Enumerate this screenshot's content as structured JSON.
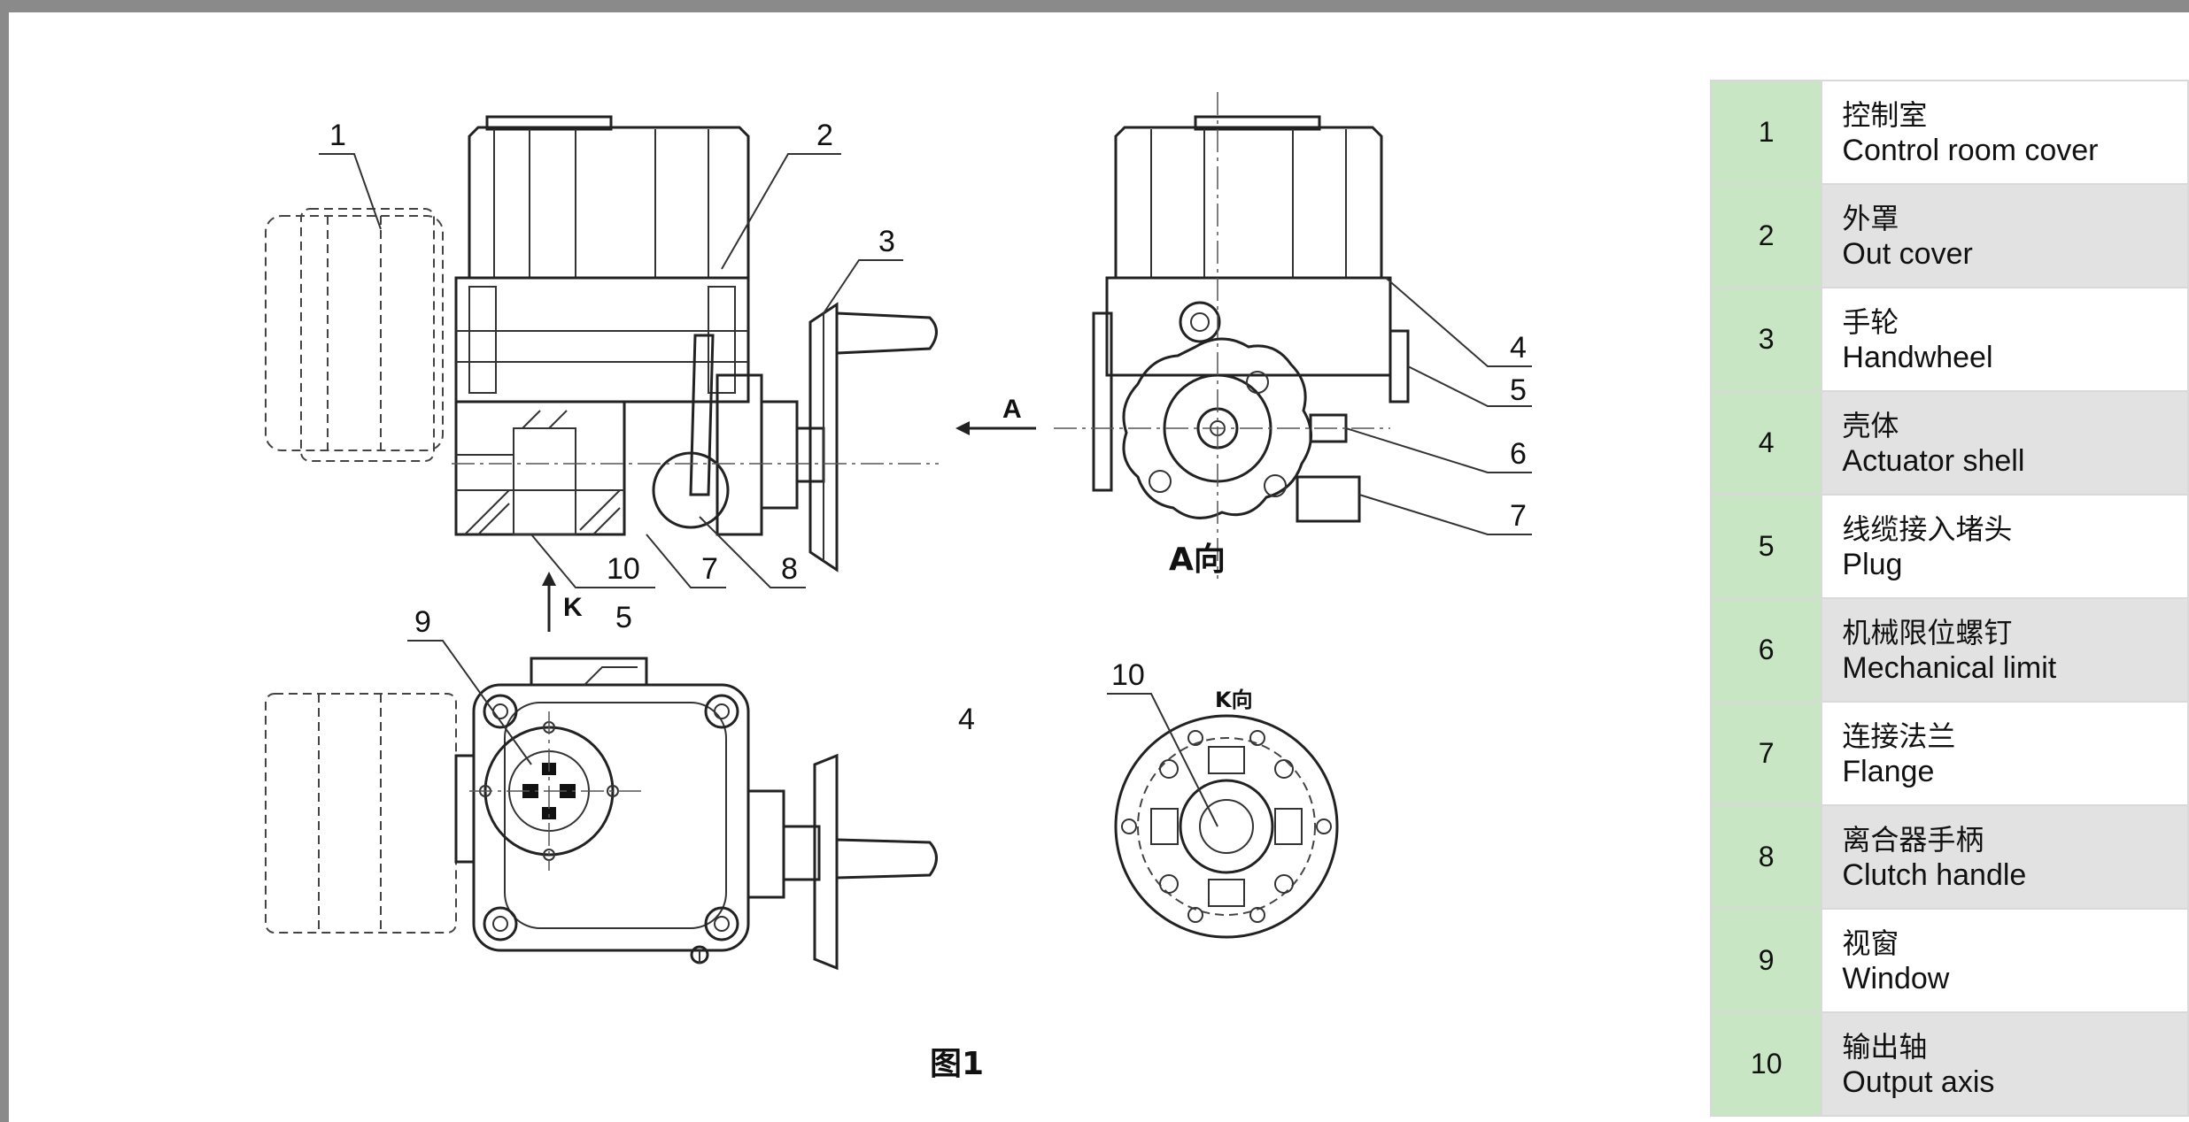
{
  "figure": {
    "caption": "图1",
    "view_a_label": "A向",
    "view_k_label": "K向",
    "arrow_a": "A",
    "arrow_k": "K",
    "callouts": {
      "front": [
        "1",
        "2",
        "3",
        "10",
        "7",
        "8"
      ],
      "side": [
        "4",
        "5",
        "6",
        "7"
      ],
      "top": [
        "9",
        "5",
        "4"
      ],
      "bottom_view": [
        "10"
      ]
    }
  },
  "legend": {
    "rows": [
      {
        "num": "1",
        "cn": "控制室",
        "en": "Control room cover"
      },
      {
        "num": "2",
        "cn": "外罩",
        "en": "Out cover"
      },
      {
        "num": "3",
        "cn": "手轮",
        "en": "Handwheel"
      },
      {
        "num": "4",
        "cn": "壳体",
        "en": "Actuator shell"
      },
      {
        "num": "5",
        "cn": "线缆接入堵头",
        "en": "Plug"
      },
      {
        "num": "6",
        "cn": "机械限位螺钉",
        "en": "Mechanical limit"
      },
      {
        "num": "7",
        "cn": "连接法兰",
        "en": "Flange"
      },
      {
        "num": "8",
        "cn": "离合器手柄",
        "en": "Clutch handle"
      },
      {
        "num": "9",
        "cn": "视窗",
        "en": "Window"
      },
      {
        "num": "10",
        "cn": "输出轴",
        "en": "Output axis"
      }
    ]
  },
  "colors": {
    "number_cell": "#c9e6c4",
    "alt_row": "#e2e2e2",
    "frame": "#8a8a8a"
  }
}
